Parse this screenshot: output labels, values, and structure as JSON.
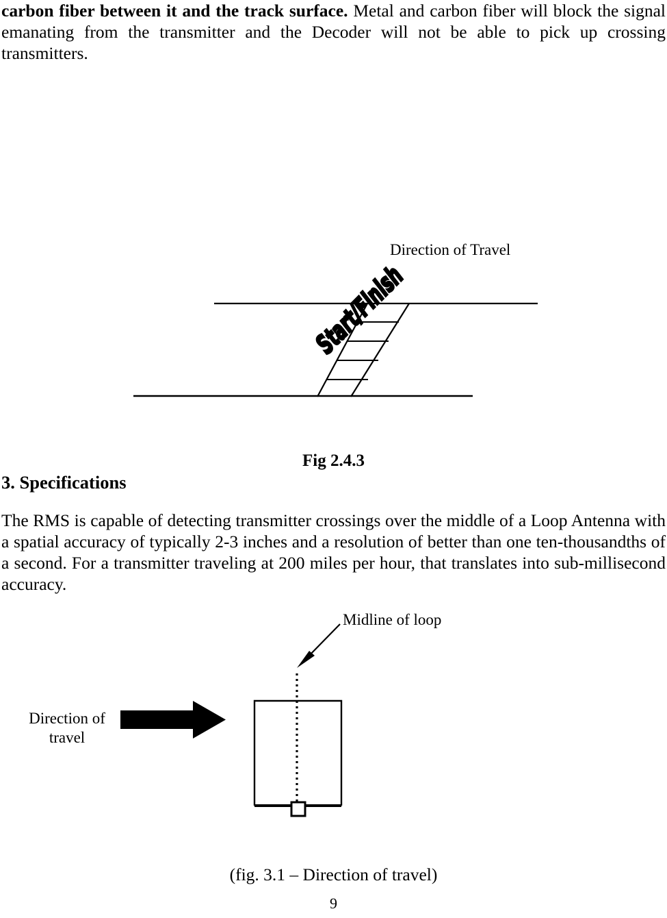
{
  "document": {
    "page_number": "9",
    "body_top": {
      "lead_bold": "carbon fiber between it and the track surface.",
      "rest": "  Metal and carbon fiber will block the signal emanating from the transmitter and the Decoder will not be able to pick up crossing transmitters."
    },
    "figure_243": {
      "label": "Fig 2.4.3",
      "direction_label": "Direction of Travel",
      "start_finish_label": "Start/Finish",
      "transponder_face_color": "#959595",
      "line_color": "#000000"
    },
    "section": {
      "heading": "3. Specifications",
      "paragraph": "The RMS is capable of detecting transmitter crossings over the middle of a Loop Antenna with a spatial accuracy of typically 2-3 inches and a resolution of better than one ten-thousandths of a second.  For a transmitter traveling at 200 miles per hour, that translates into sub-millisecond accuracy."
    },
    "figure_31": {
      "midline_label": "Midline of loop",
      "direction_label_line1": "Direction of",
      "direction_label_line2": "travel",
      "caption": "(fig. 3.1 – Direction of travel)"
    }
  }
}
